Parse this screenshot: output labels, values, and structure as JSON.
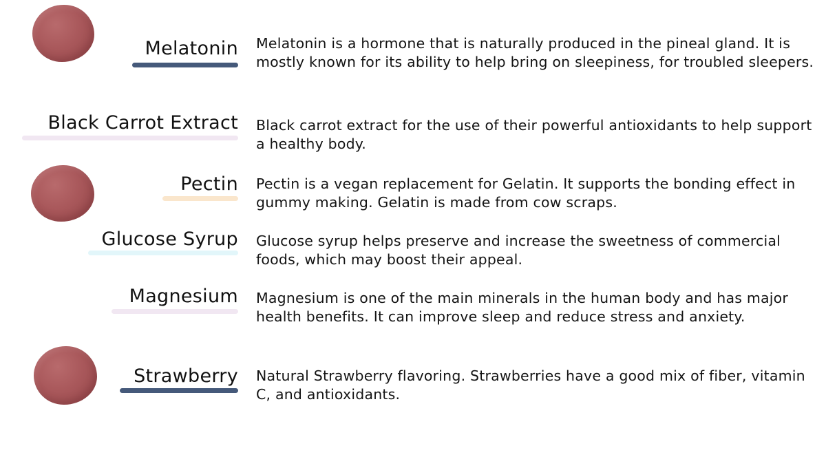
{
  "ingredients": [
    {
      "name": "Melatonin",
      "description": "Melatonin is a hormone that is naturally produced in the pineal gland. It is mostly known for its ability to help bring on sleepiness, for troubled sleepers.",
      "underline_color": "#45597a"
    },
    {
      "name": "Black Carrot Extract",
      "description": "Black carrot extract for the use of their powerful antioxidants to help support a healthy body.",
      "underline_color": "#f1e7f2"
    },
    {
      "name": "Pectin",
      "description": "Pectin is a vegan replacement for Gelatin. It supports the bonding effect in gummy making. Gelatin is made from cow scraps.",
      "underline_color": "#fae6cc"
    },
    {
      "name": "Glucose Syrup",
      "description": "Glucose syrup helps preserve and increase the sweetness of commercial foods, which may boost their appeal.",
      "underline_color": "#e2f6fa"
    },
    {
      "name": "Magnesium",
      "description": "Magnesium is one of the main minerals in the human body and has major health benefits. It can improve sleep and reduce stress and anxiety.",
      "underline_color": "#f1e7f2"
    },
    {
      "name": "Strawberry",
      "description": "Natural Strawberry flavoring. Strawberries have a good mix of fiber, vitamin C, and antioxidants.",
      "underline_color": "#45597a"
    }
  ],
  "images": {
    "gummy_color": "#a9585b"
  }
}
